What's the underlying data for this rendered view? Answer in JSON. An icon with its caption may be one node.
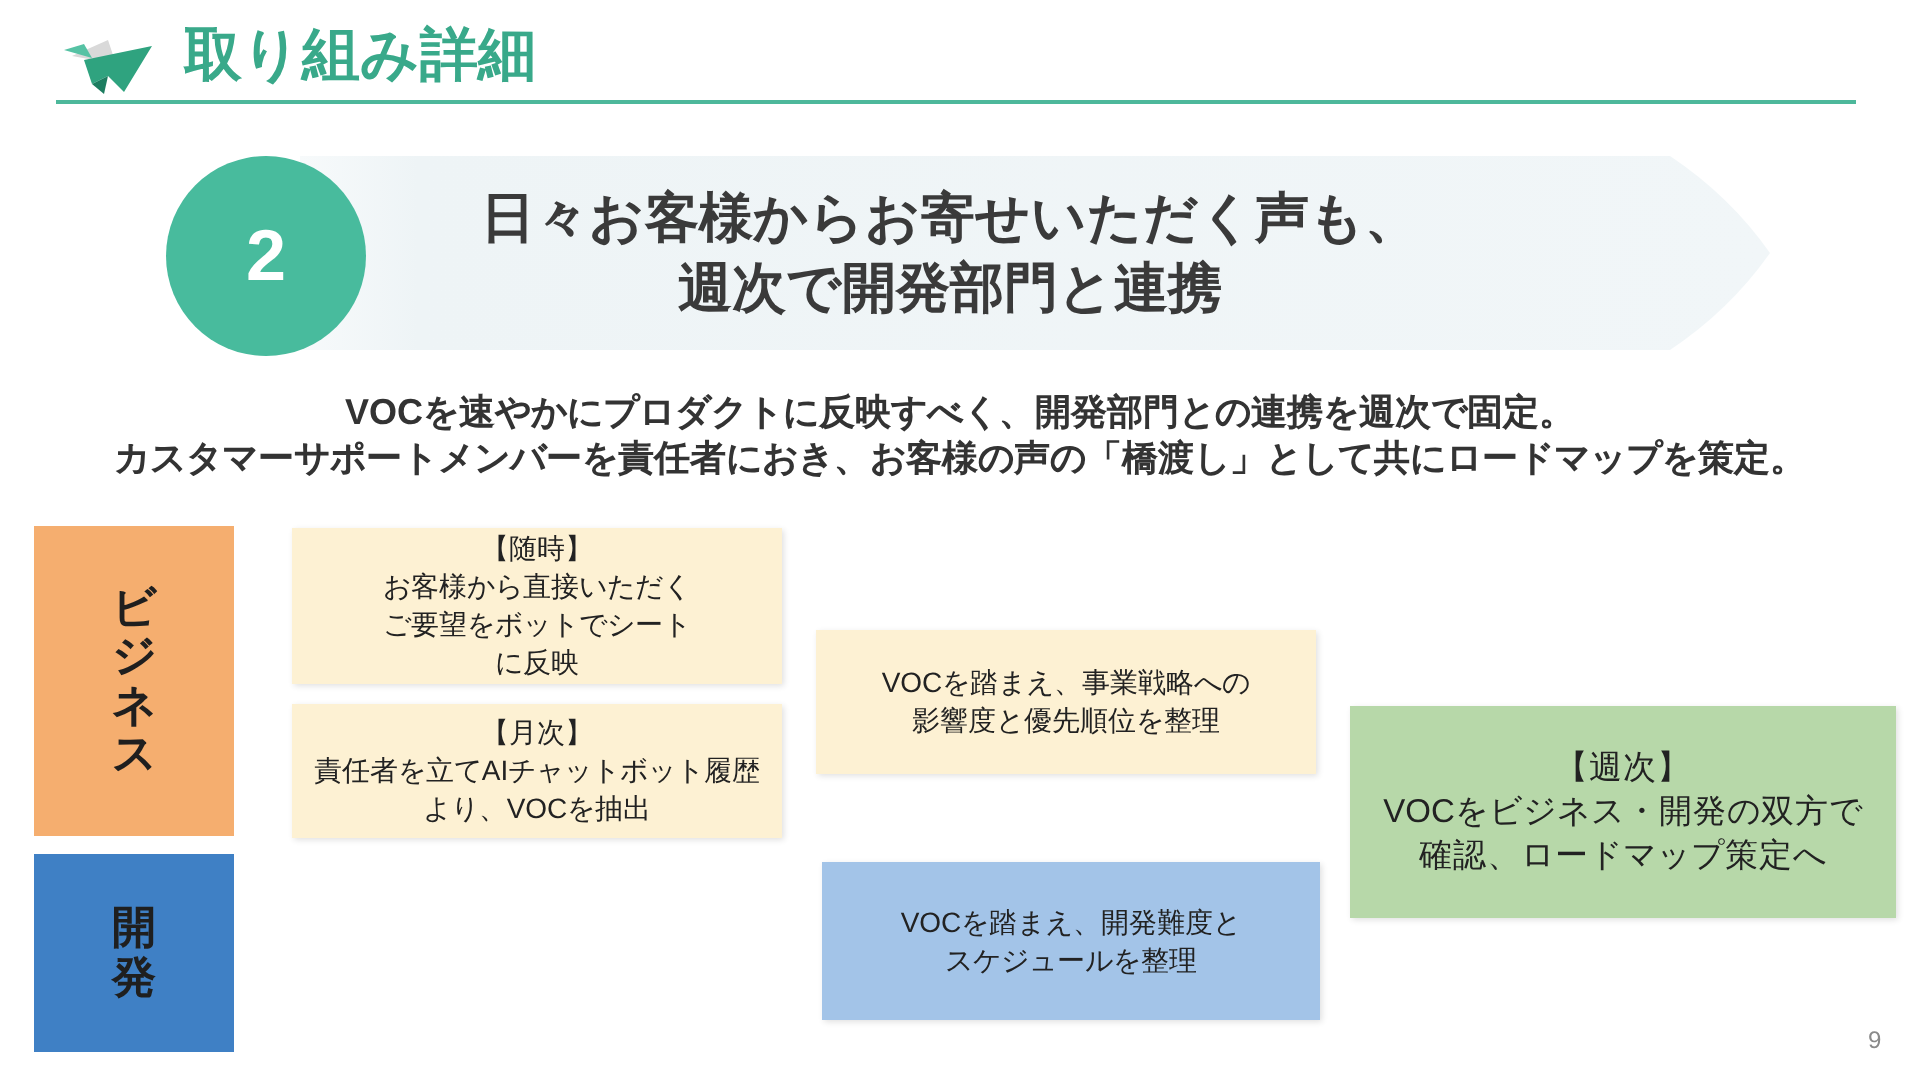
{
  "diagram": {
    "title": "取り組み詳細",
    "nodes": [
      {
        "text": [
          "2"
        ]
      },
      {
        "text": [
          "日々お客様からお寄せいただく声も、週次で開発部門と連携"
        ]
      },
      {
        "text": [
          "ビジネス"
        ]
      },
      {
        "text": [
          "【随時】",
          "お客様から直接いただくご要望をボットでシートに反映"
        ]
      },
      {
        "text": [
          "【月次】",
          "責任者を立てAIチャットボット履歴より、VOCを抽出"
        ]
      },
      {
        "text": [
          "VOCを踏まえ、事業戦略への影響度と優先順位を整理"
        ]
      },
      {
        "text": [
          "【週次】",
          "VOCをビジネス・開発の双方で確認、ロードマップ策定へ"
        ]
      },
      {
        "text": [
          "開発"
        ]
      },
      {
        "text": [
          "VOCを踏まえ、開発難度とスケジュールを整理"
        ]
      }
    ],
    "labels": [
      "VOCを速やかにプロダクトに反映すべく、開発部門との連携を週次で固定。",
      "カスタマーサポートメンバーを責任者におき、お客様の声の「橋渡し」として共にロードマップを策定。",
      "9"
    ]
  }
}
